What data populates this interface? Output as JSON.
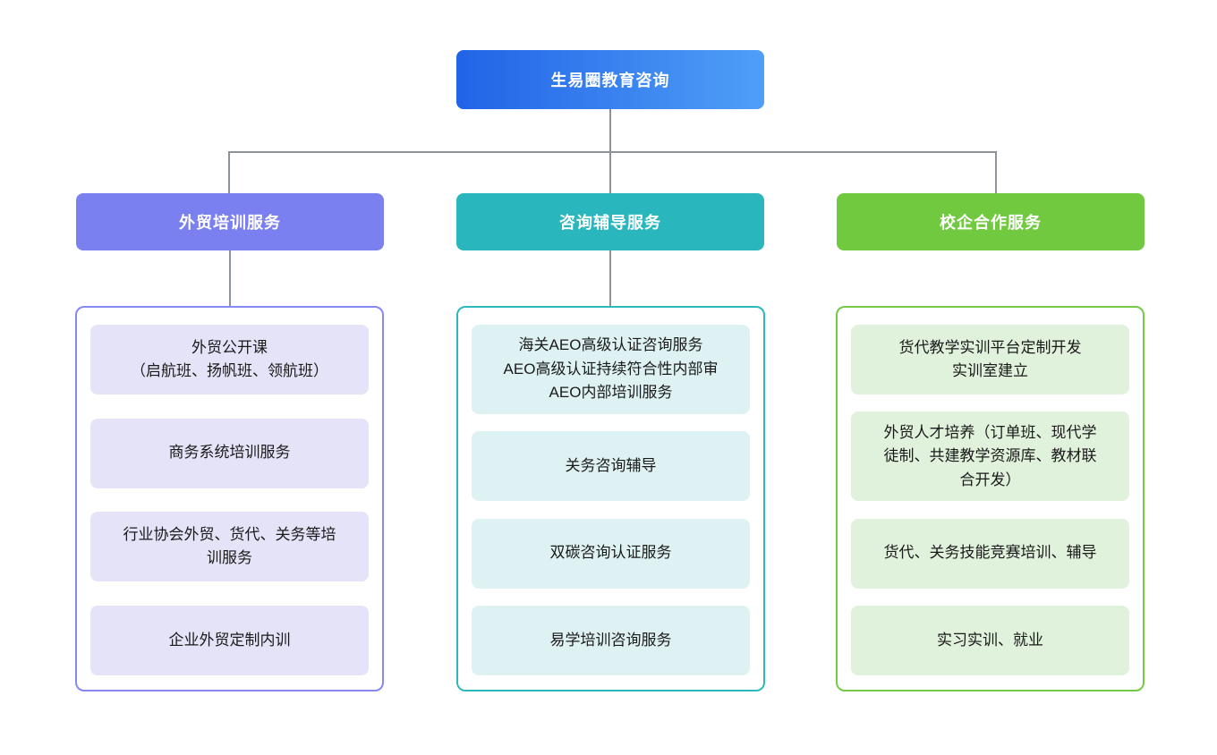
{
  "root": {
    "label": "生易圈教育咨询",
    "gradient_from": "#2263e7",
    "gradient_to": "#4f9ff7"
  },
  "connector_color": "#8d939b",
  "branches": [
    {
      "label": "外贸培训服务",
      "header_color": "#7b80f1",
      "border_color": "#8689f2",
      "item_bg": "#e5e3f8",
      "items": [
        {
          "text": "外贸公开课\n（启航班、扬帆班、领航班）"
        },
        {
          "text": "商务系统培训服务"
        },
        {
          "text": "行业协会外贸、货代、关务等培\n训服务"
        },
        {
          "text": "企业外贸定制内训"
        }
      ]
    },
    {
      "label": "咨询辅导服务",
      "header_color": "#29b7bd",
      "border_color": "#2cb9be",
      "item_bg": "#dff2f3",
      "items": [
        {
          "text": "海关AEO高级认证咨询服务\nAEO高级认证持续符合性内部审\nAEO内部培训服务"
        },
        {
          "text": "关务咨询辅导"
        },
        {
          "text": "双碳咨询认证服务"
        },
        {
          "text": "易学培训咨询服务"
        }
      ]
    },
    {
      "label": "校企合作服务",
      "header_color": "#70c93e",
      "border_color": "#74ca47",
      "item_bg": "#e0f1dc",
      "items": [
        {
          "text": "货代教学实训平台定制开发\n实训室建立"
        },
        {
          "text": "外贸人才培养（订单班、现代学\n徒制、共建教学资源库、教材联\n合开发）"
        },
        {
          "text": "货代、关务技能竞赛培训、辅导"
        },
        {
          "text": "实习实训、就业"
        }
      ]
    }
  ]
}
